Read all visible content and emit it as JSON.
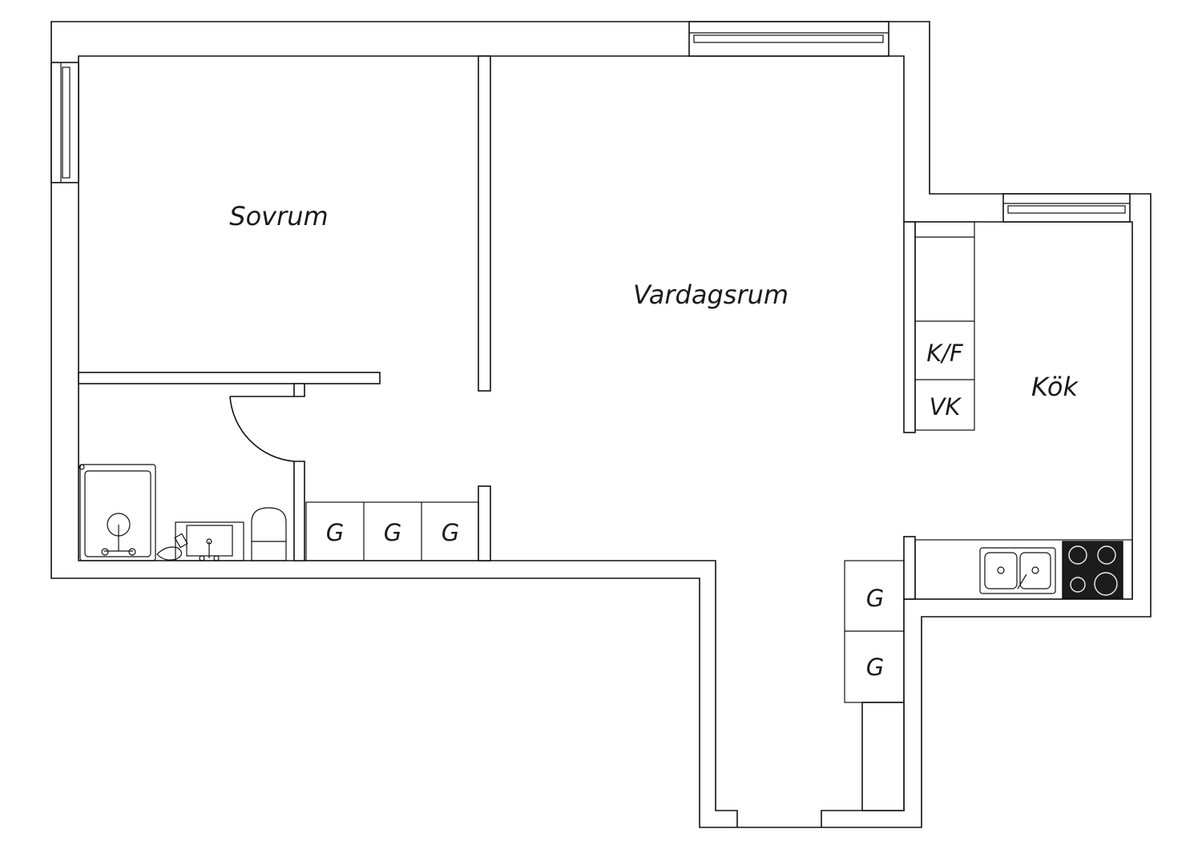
{
  "rooms": {
    "bedroom": "Sovrum",
    "living_room": "Vardagsrum",
    "kitchen": "Kök"
  },
  "appliances": {
    "fridge_freezer": "K/F",
    "wine_fridge": "VK"
  },
  "wardrobes": {
    "label": "G",
    "hall": [
      "G",
      "G",
      "G"
    ],
    "entrance": [
      "G",
      "G"
    ]
  }
}
